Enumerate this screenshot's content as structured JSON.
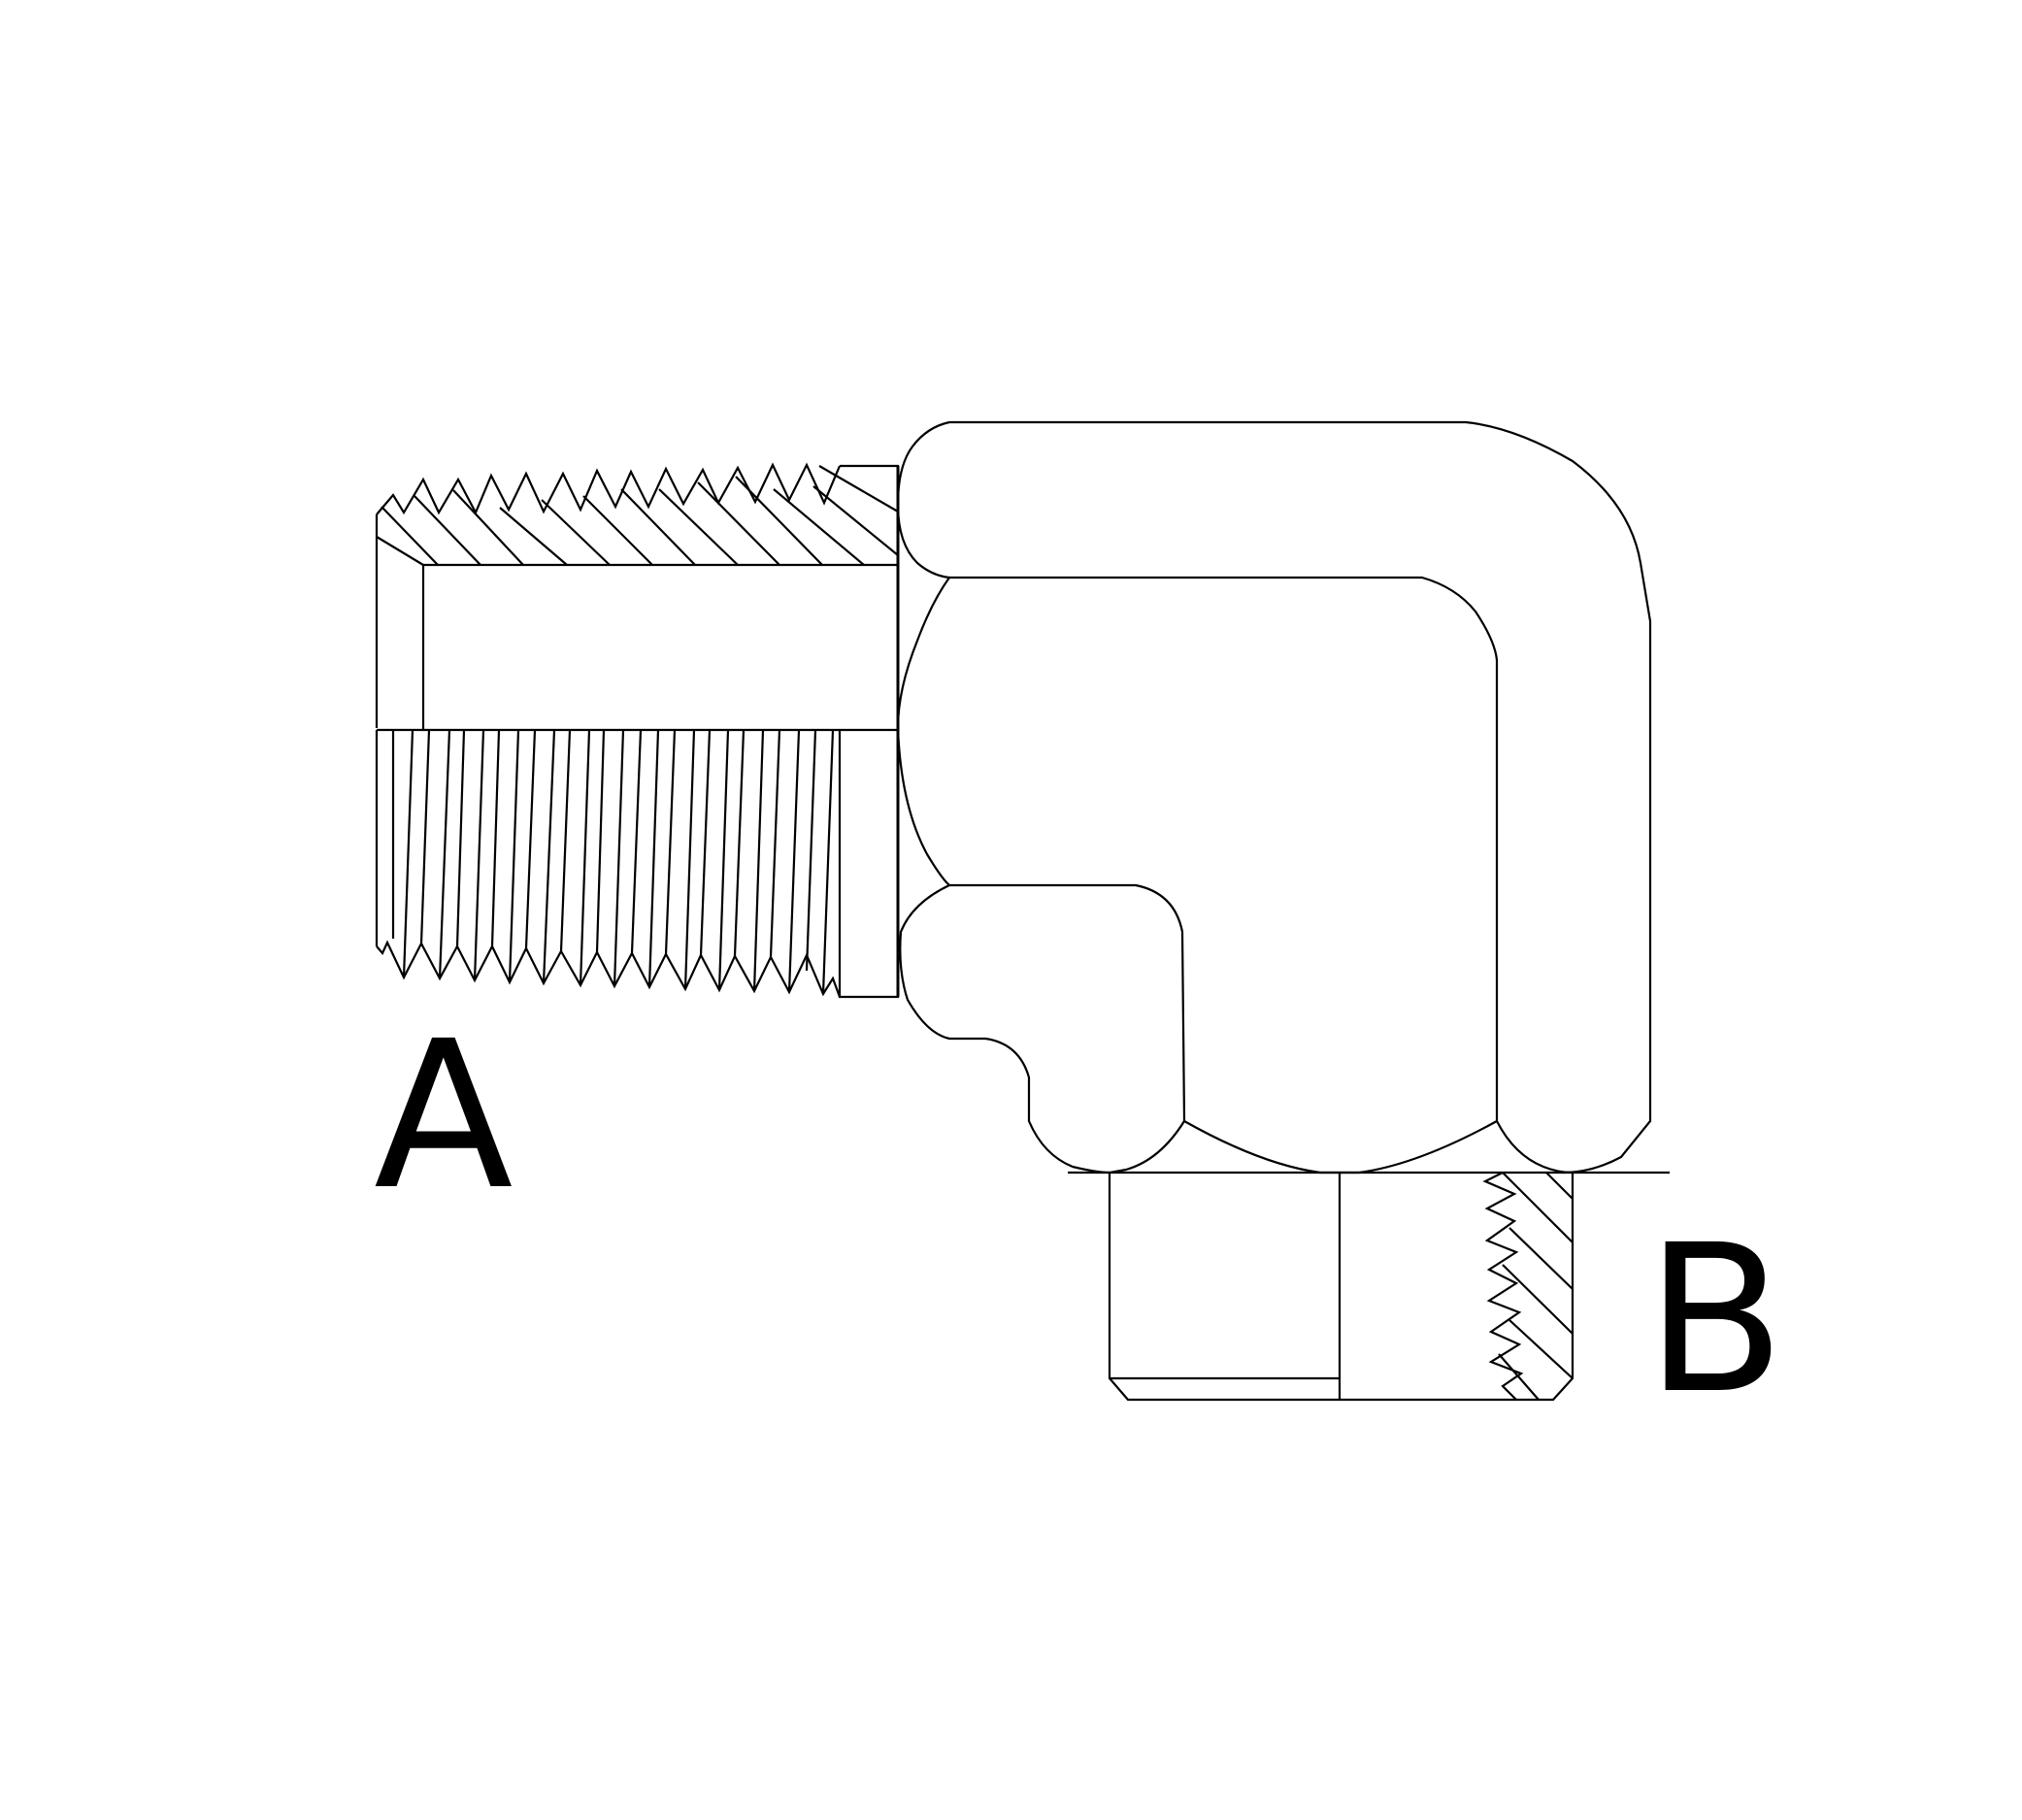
{
  "figure": {
    "type": "technical-line-drawing",
    "subject": "90-degree elbow pipe fitting",
    "stroke_color": "#000000",
    "background_color": "#ffffff"
  },
  "labels": {
    "port_a": "A",
    "port_b": "B"
  },
  "ports": [
    {
      "id": "A",
      "description": "male thread end",
      "orientation": "horizontal, left"
    },
    {
      "id": "B",
      "description": "female thread end",
      "orientation": "vertical, bottom"
    }
  ]
}
